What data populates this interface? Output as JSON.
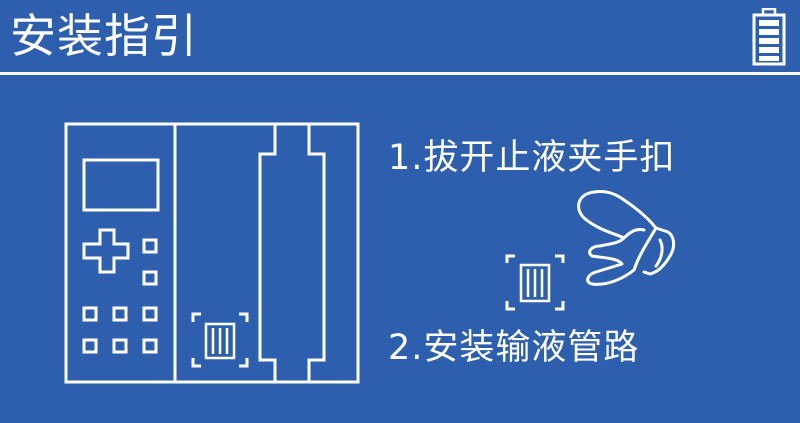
{
  "header": {
    "title": "安装指引",
    "battery_icon": "battery-full-icon"
  },
  "steps": [
    {
      "label": "1.拔开止液夹手扣"
    },
    {
      "label": "2.安装输液管路"
    }
  ],
  "icons": {
    "device": "infusion-pump-icon",
    "clip": "clip-icon",
    "hand": "hand-icon"
  },
  "colors": {
    "background": "#2d5fae",
    "foreground": "#ffffff"
  }
}
